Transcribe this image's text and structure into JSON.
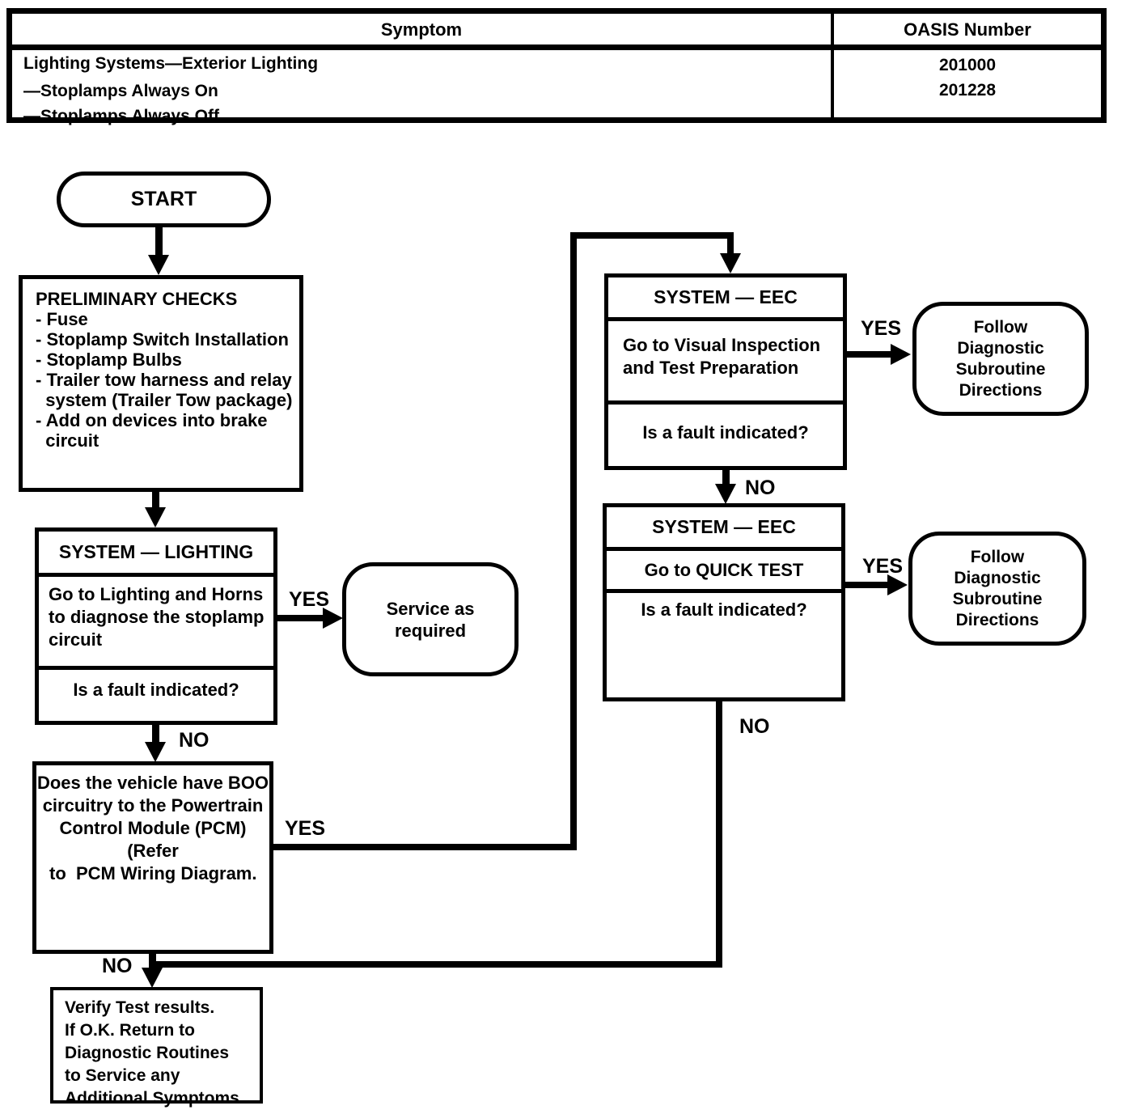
{
  "table": {
    "header": {
      "symptom": "Symptom",
      "oasis": "OASIS Number"
    },
    "symptom_lines": [
      "Lighting Systems—Exterior Lighting",
      "—Stoplamps Always On",
      "—Stoplamps Always Off"
    ],
    "oasis_numbers": [
      "201000",
      "201228"
    ]
  },
  "labels": {
    "yes": "YES",
    "no": "NO"
  },
  "nodes": {
    "start": "START",
    "preliminary": "PRELIMINARY CHECKS\n- Fuse\n- Stoplamp Switch Installation\n- Stoplamp Bulbs\n- Trailer tow harness and relay\n  system (Trailer Tow package)\n- Add on devices into brake\n  circuit",
    "lighting": {
      "header": "SYSTEM — LIGHTING",
      "body": "Go to Lighting and Horns\nto diagnose the stoplamp\ncircuit",
      "question": "Is a fault indicated?"
    },
    "service": "Service as\nrequired",
    "boo": {
      "body": "Does the vehicle have BOO\ncircuitry to the Powertrain\nControl Module (PCM) (Refer",
      "body2": "to  PCM Wiring Diagram."
    },
    "verify": "Verify Test results.\nIf O.K. Return to\nDiagnostic Routines\nto Service any\nAdditional Symptoms.",
    "eec_visual": {
      "header": "SYSTEM — EEC",
      "body": "Go to Visual Inspection\nand Test Preparation",
      "question": "Is a fault indicated?"
    },
    "eec_quick": {
      "header": "SYSTEM — EEC",
      "body": "Go to QUICK TEST",
      "question": "Is a fault indicated?"
    },
    "follow": "Follow\nDiagnostic\nSubroutine\nDirections"
  }
}
